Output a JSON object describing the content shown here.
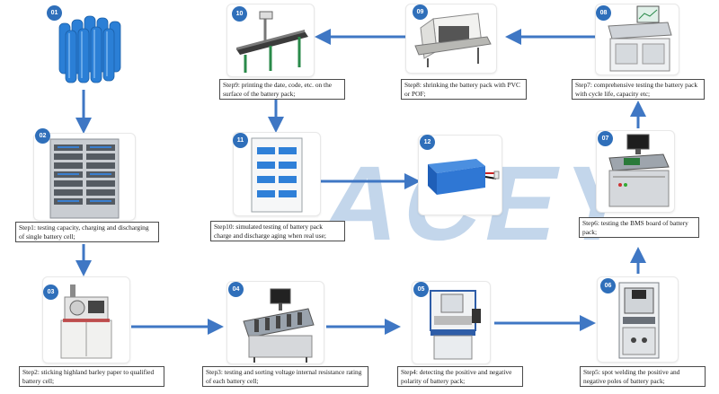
{
  "watermark": "ACEY",
  "nodes": [
    {
      "id": "01",
      "caption": ""
    },
    {
      "id": "02",
      "caption": "Step1: testing capacity, charging and discharging of single battery cell;"
    },
    {
      "id": "03",
      "caption": "Step2: sticking highland barley paper to qualified battery cell;"
    },
    {
      "id": "04",
      "caption": "Step3: testing and sorting voltage internal resistance rating of each battery cell;"
    },
    {
      "id": "05",
      "caption": "Step4: detecting the positive and negative polarity of battery pack;"
    },
    {
      "id": "06",
      "caption": "Step5: spot welding the positive and negative poles of battery pack;"
    },
    {
      "id": "07",
      "caption": "Step6: testing the BMS board of battery pack;"
    },
    {
      "id": "08",
      "caption": "Step7: comprehensive testing the battery pack with cycle life, capacity etc;"
    },
    {
      "id": "09",
      "caption": "Step8: shrinking the battery pack with PVC or POF;"
    },
    {
      "id": "10",
      "caption": "Step9: printing the date, code, etc. on the surface of the battery pack;"
    },
    {
      "id": "11",
      "caption": "Step10: simulated testing of battery pack charge and discharge aging when real use;"
    },
    {
      "id": "12",
      "caption": ""
    }
  ],
  "colors": {
    "accent": "#2f6fba",
    "arrow": "#3f77c4",
    "caption_border": "#4a4a4a",
    "watermark": "#2d6fb8"
  },
  "icons": [
    "battery-cells-image",
    "cell-tester-cabinet-image",
    "paper-sticking-machine-image",
    "sorting-machine-image",
    "polarity-detector-image",
    "spot-welder-image",
    "bms-tester-image",
    "comprehensive-tester-image",
    "shrink-tunnel-image",
    "inkjet-printer-image",
    "aging-cabinet-image",
    "battery-pack-image"
  ]
}
